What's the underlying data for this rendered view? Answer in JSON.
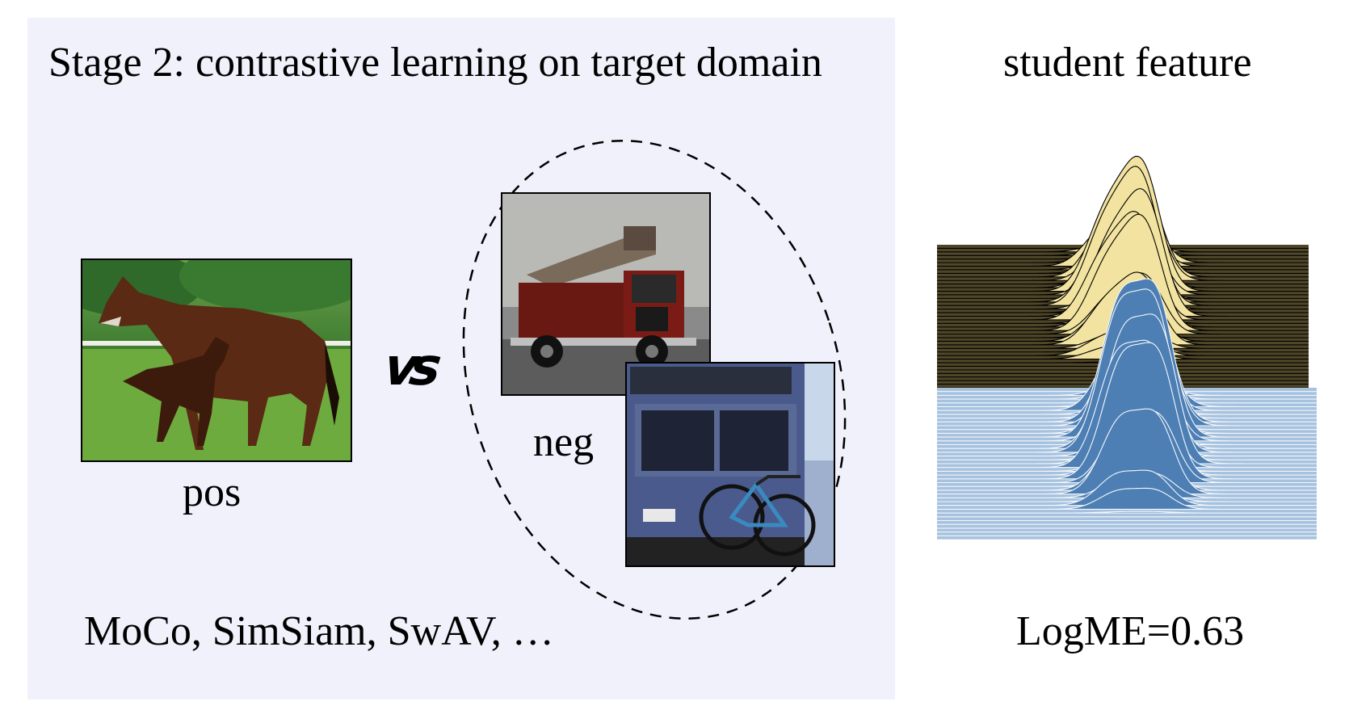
{
  "left_panel": {
    "title": "Stage 2: contrastive learning on target domain",
    "pos_label": "pos",
    "vs_label": "vs",
    "neg_label": "neg",
    "methods": "MoCo, SimSiam, SwAV, …",
    "background_color": "#f0f1fb"
  },
  "images": {
    "positive": "horse-and-foal-photo",
    "negatives": [
      "fire-truck-photo",
      "bus-with-bicycles-photo"
    ]
  },
  "right_panel": {
    "title": "student feature",
    "metric": "LogME=0.63",
    "top_color": "#f2e3a0",
    "top_background": "#4f4628",
    "bottom_color": "#4d7fb4",
    "bottom_background": "#a6c2df"
  }
}
